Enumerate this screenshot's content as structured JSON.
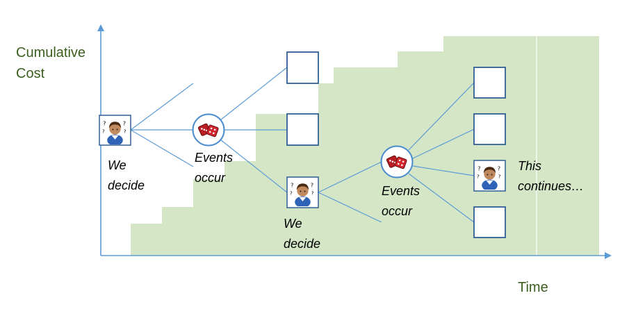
{
  "colors": {
    "cost_fill": "#d5e6c7",
    "axis": "#5b9bd5",
    "line": "#5b9bd5",
    "box_border": "#2f5f93",
    "circle_border": "#4a8ccf",
    "axis_text": "#3b5e1f"
  },
  "axes": {
    "y_label": "Cumulative\nCost",
    "x_label": "Time"
  },
  "captions": {
    "decide_1": "We\ndecide",
    "events_1": "Events\noccur",
    "decide_2": "We\ndecide",
    "events_2": "Events\noccur",
    "continues": "This\ncontinues…"
  },
  "icons": {
    "decision": "person-thinking-icon",
    "chance": "dice-icon",
    "outcome": "empty-outcome-box"
  }
}
